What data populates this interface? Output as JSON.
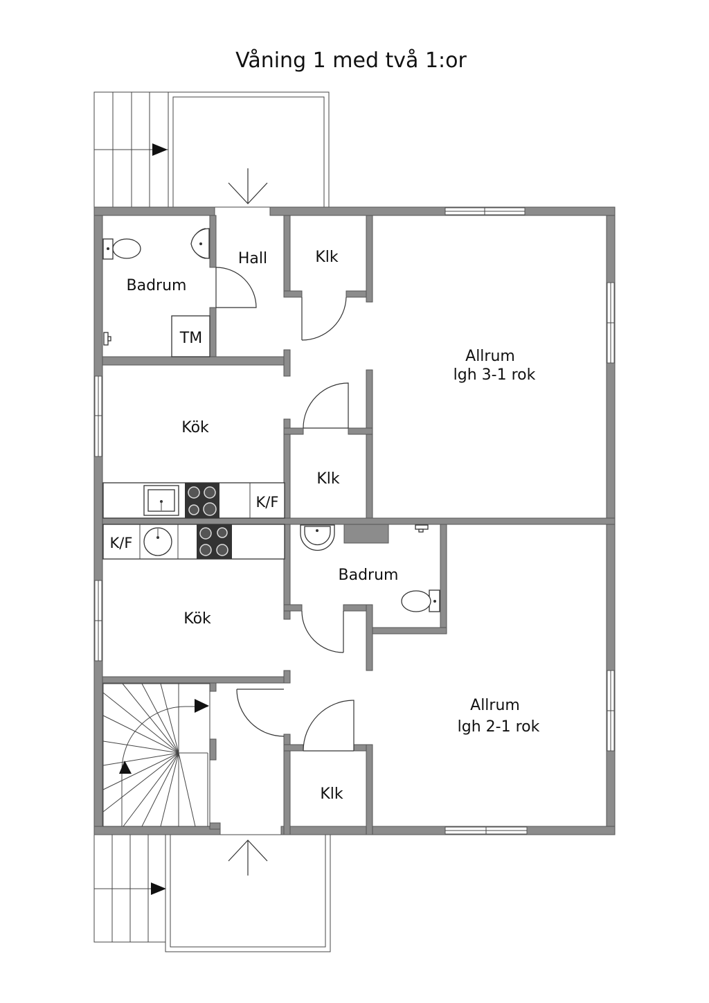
{
  "title": "Våning 1 med två 1:or",
  "rooms": {
    "badrum_top": "Badrum",
    "hall": "Hall",
    "klk_top": "Klk",
    "tm": "TM",
    "allrum_top_1": "Allrum",
    "allrum_top_2": "lgh 3-1 rok",
    "kok_top": "Kök",
    "klk_middle": "Klk",
    "kf_top": "K/F",
    "kf_bottom": "K/F",
    "badrum_bottom": "Badrum",
    "kok_bottom": "Kök",
    "allrum_bottom_1": "Allrum",
    "allrum_bottom_2": "lgh 2-1 rok",
    "klk_bottom": "Klk"
  }
}
